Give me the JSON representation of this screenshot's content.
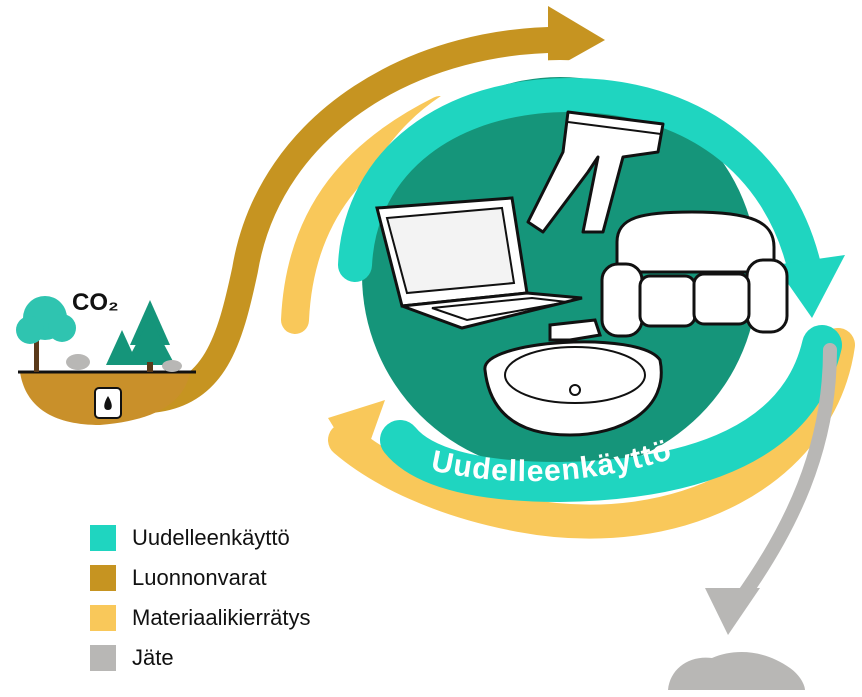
{
  "colors": {
    "reuse": "#1fd5c0",
    "natural_resources": "#c69421",
    "recycling": "#f9c85a",
    "waste": "#b8b7b5",
    "circle_fill": "#15957a",
    "soil": "#c9902a",
    "tree": "#2fc4b0",
    "tree_dark": "#15957a"
  },
  "scene": {
    "co2_label": "CO₂",
    "circle_label": "Uudelleenkäyttö",
    "items": [
      "jeans-icon",
      "laptop-icon",
      "sofa-icon",
      "sink-icon"
    ]
  },
  "legend": [
    {
      "label": "Uudelleenkäyttö",
      "color": "#1fd5c0"
    },
    {
      "label": "Luonnonvarat",
      "color": "#c69421"
    },
    {
      "label": "Materiaalikierrätys",
      "color": "#f9c85a"
    },
    {
      "label": "Jäte",
      "color": "#b8b7b5"
    }
  ]
}
